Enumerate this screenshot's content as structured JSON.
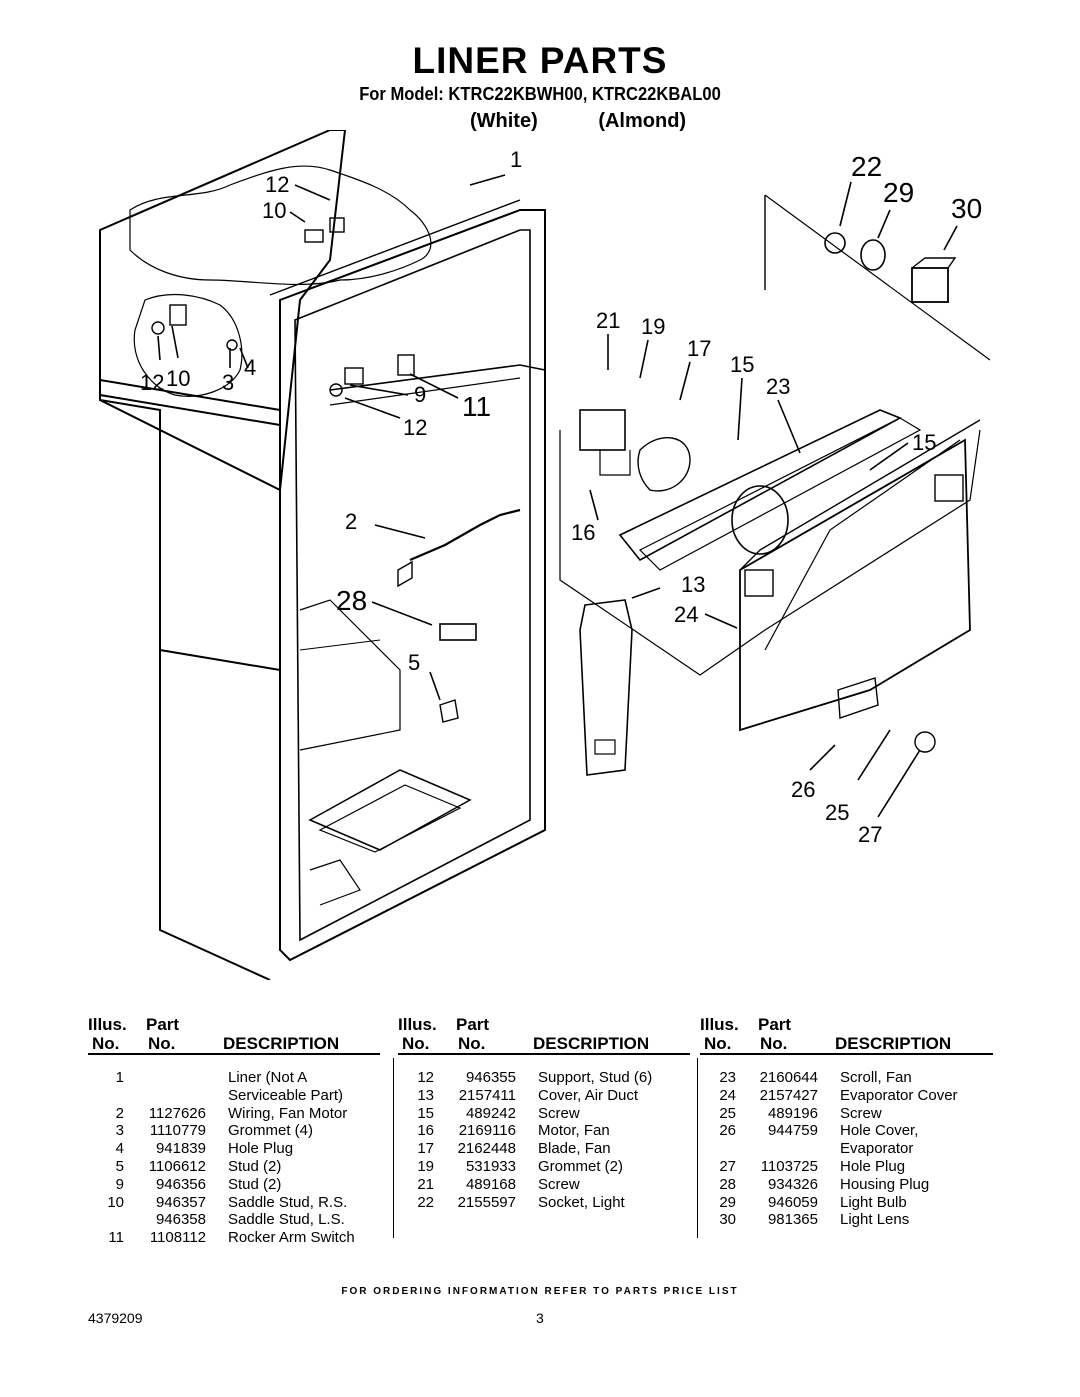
{
  "header": {
    "title": "LINER PARTS",
    "subtitle": "For Model: KTRC22KBWH00, KTRC22KBAL00",
    "variant_white": "(White)",
    "variant_almond": "(Almond)"
  },
  "diagram": {
    "callouts": [
      "1",
      "12",
      "10",
      "12",
      "10",
      "3",
      "4",
      "9",
      "11",
      "12",
      "2",
      "28",
      "5",
      "22",
      "29",
      "30",
      "21",
      "19",
      "17",
      "15",
      "23",
      "15",
      "16",
      "13",
      "24",
      "26",
      "25",
      "27"
    ]
  },
  "table": {
    "headers": {
      "illus": "Illus.",
      "part": "Part",
      "no": "No.",
      "description": "DESCRIPTION"
    },
    "col1": [
      {
        "num": "1",
        "part": "",
        "desc": "Liner (Not A"
      },
      {
        "num": "",
        "part": "",
        "desc": "Serviceable Part)"
      },
      {
        "num": "2",
        "part": "1127626",
        "desc": "Wiring, Fan Motor"
      },
      {
        "num": "3",
        "part": "1110779",
        "desc": "Grommet (4)"
      },
      {
        "num": "4",
        "part": "941839",
        "desc": "Hole Plug"
      },
      {
        "num": "5",
        "part": "1106612",
        "desc": "Stud (2)"
      },
      {
        "num": "9",
        "part": "946356",
        "desc": "Stud (2)"
      },
      {
        "num": "10",
        "part": "946357",
        "desc": "Saddle Stud, R.S."
      },
      {
        "num": "",
        "part": "946358",
        "desc": "Saddle Stud, L.S."
      },
      {
        "num": "11",
        "part": "1108112",
        "desc": "Rocker Arm Switch"
      }
    ],
    "col2": [
      {
        "num": "12",
        "part": "946355",
        "desc": "Support, Stud (6)"
      },
      {
        "num": "13",
        "part": "2157411",
        "desc": "Cover, Air Duct"
      },
      {
        "num": "15",
        "part": "489242",
        "desc": "Screw"
      },
      {
        "num": "16",
        "part": "2169116",
        "desc": "Motor, Fan"
      },
      {
        "num": "17",
        "part": "2162448",
        "desc": "Blade, Fan"
      },
      {
        "num": "19",
        "part": "531933",
        "desc": "Grommet (2)"
      },
      {
        "num": "21",
        "part": "489168",
        "desc": "Screw"
      },
      {
        "num": "22",
        "part": "2155597",
        "desc": "Socket, Light"
      }
    ],
    "col3": [
      {
        "num": "23",
        "part": "2160644",
        "desc": "Scroll, Fan"
      },
      {
        "num": "24",
        "part": "2157427",
        "desc": "Evaporator Cover"
      },
      {
        "num": "25",
        "part": "489196",
        "desc": "Screw"
      },
      {
        "num": "26",
        "part": "944759",
        "desc": "Hole Cover,"
      },
      {
        "num": "",
        "part": "",
        "desc": "Evaporator"
      },
      {
        "num": "27",
        "part": "1103725",
        "desc": "Hole Plug"
      },
      {
        "num": "28",
        "part": "934326",
        "desc": "Housing Plug"
      },
      {
        "num": "29",
        "part": "946059",
        "desc": "Light Bulb"
      },
      {
        "num": "30",
        "part": "981365",
        "desc": "Light Lens"
      }
    ]
  },
  "footer": {
    "note": "FOR ORDERING INFORMATION REFER TO PARTS PRICE LIST",
    "doc_number": "4379209",
    "page": "3"
  }
}
